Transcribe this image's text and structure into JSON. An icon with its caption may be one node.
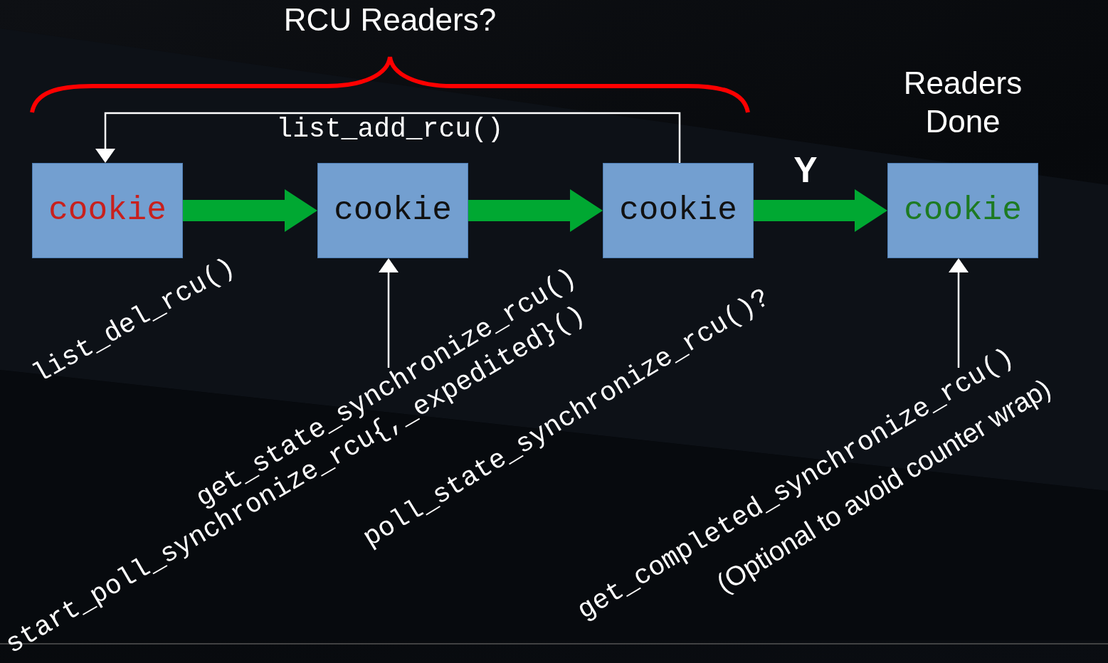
{
  "diagram": {
    "title": "RCU Readers?",
    "nodes": [
      {
        "text": [
          "cookie"
        ]
      },
      {
        "text": [
          "cookie"
        ]
      },
      {
        "text": [
          "cookie"
        ]
      },
      {
        "text": [
          "Readers Done",
          "cookie"
        ]
      },
      {
        "text": [
          "get_state_synchronize_rcu()"
        ]
      },
      {
        "text": [
          "get_completed_synchronize_rcu()"
        ]
      }
    ],
    "edges": [
      {
        "from": 0,
        "to": 1,
        "arrow": "to",
        "style": "thick"
      },
      {
        "from": 1,
        "to": 2,
        "arrow": "to",
        "style": "thick"
      },
      {
        "from": 2,
        "to": 3,
        "arrow": "to",
        "style": "thick",
        "label": "Y"
      },
      {
        "from": 2,
        "to": 0,
        "arrow": "to",
        "label": "list_add_rcu()",
        "color": "#ffffff"
      },
      {
        "from": 4,
        "to": 1,
        "arrow": "to",
        "color": "#ffffff"
      },
      {
        "from": 5,
        "to": 3,
        "arrow": "to",
        "color": "#ffffff"
      }
    ],
    "labels": [
      "list_del_rcu()",
      "start_poll_synchronize_rcu{,_expedited}()",
      "poll_state_synchronize_rcu()?",
      "(Optional to avoid counter wrap)"
    ]
  }
}
